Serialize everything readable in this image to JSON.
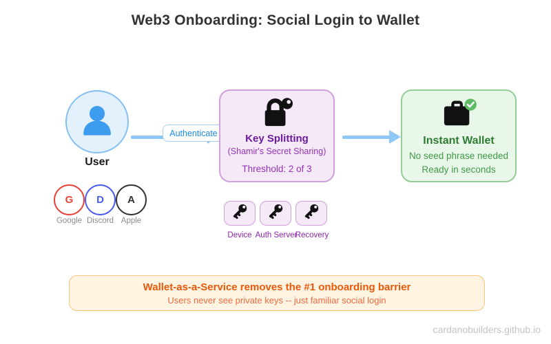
{
  "title": "Web3 Onboarding: Social Login to Wallet",
  "user": {
    "label": "User",
    "icon": "person-icon"
  },
  "providers": [
    {
      "letter": "G",
      "label": "Google",
      "color": "#E8433A"
    },
    {
      "letter": "D",
      "label": "Discord",
      "color": "#4A5BF0"
    },
    {
      "letter": "A",
      "label": "Apple",
      "color": "#333333"
    }
  ],
  "flow": {
    "authenticate_label": "Authenticate",
    "arrow_color": "#8FC7F7"
  },
  "key_splitting": {
    "title": "Key Splitting",
    "subtitle": "(Shamir's Secret Sharing)",
    "threshold": "Threshold: 2 of 3",
    "icon": "lock-with-key-icon",
    "fill_color": "#F5E9F8",
    "border_color": "#CFA0DC"
  },
  "key_shares": [
    {
      "label": "Device",
      "icon": "key-icon"
    },
    {
      "label": "Auth Server",
      "icon": "key-icon"
    },
    {
      "label": "Recovery",
      "icon": "key-icon"
    }
  ],
  "instant_wallet": {
    "title": "Instant Wallet",
    "line1": "No seed phrase needed",
    "line2": "Ready in seconds",
    "icon": "briefcase-icon",
    "badge_icon": "check-icon",
    "badge_color": "#5CBB62",
    "fill_color": "#E9F6EA",
    "border_color": "#93CE97"
  },
  "banner": {
    "title": "Wallet-as-a-Service removes the #1 onboarding barrier",
    "subtitle": "Users never see private keys -- just familiar social login"
  },
  "watermark": "cardanobuilders.github.io"
}
